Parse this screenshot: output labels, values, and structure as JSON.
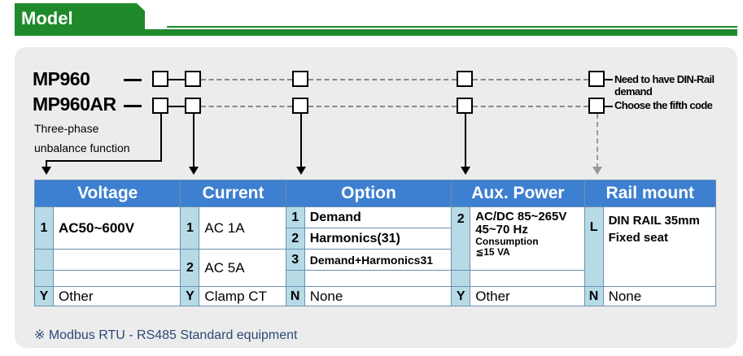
{
  "header": {
    "title": "Model"
  },
  "models": {
    "line1": "MP960",
    "line2": "MP960AR"
  },
  "subtitle": {
    "line1": "Three-phase",
    "line2": "unbalance function"
  },
  "notes": {
    "line1": "Need to have DIN-Rail demand",
    "line2": "Choose the fifth code"
  },
  "table": {
    "headers": [
      "Voltage",
      "Current",
      "Option",
      "Aux. Power",
      "Rail mount"
    ],
    "voltage": {
      "code1": "1",
      "val1": "AC50~600V",
      "codeY": "Y",
      "valY": "Other"
    },
    "current": {
      "code1": "1",
      "val1": "AC 1A",
      "code2": "2",
      "val2": "AC 5A",
      "codeY": "Y",
      "valY": "Clamp CT"
    },
    "option": {
      "code1": "1",
      "val1": "Demand",
      "code2": "2",
      "val2": "Harmonics(31)",
      "code3": "3",
      "val3": "Demand+Harmonics31",
      "codeN": "N",
      "valN": "None"
    },
    "aux": {
      "code2": "2",
      "line1": "AC/DC 85~265V",
      "line2": "45~70 Hz",
      "line3": "Consumption",
      "line4": "≦15 VA",
      "codeY": "Y",
      "valY": "Other"
    },
    "rail": {
      "codeL": "L",
      "line1": "DIN RAIL 35mm",
      "line2": "Fixed seat",
      "codeN": "N",
      "valN": "None"
    }
  },
  "footnote": "※ Modbus RTU - RS485  Standard equipment"
}
